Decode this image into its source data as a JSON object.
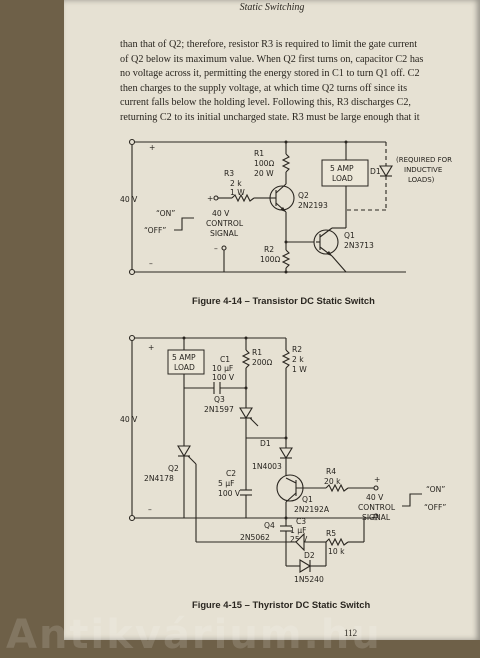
{
  "running_head": "Static Switching",
  "paragraph_lines": [
    "than that of Q2; therefore, resistor R3 is required to limit the gate current",
    "of Q2 below its maximum value. When Q2 first turns on, capacitor C2 has",
    "no voltage across it, permitting the energy stored in C1 to turn Q1 off. C2",
    "then charges to the supply voltage, at which time Q2 turns off since its",
    "current falls below the holding level. Following this, R3 discharges C2,",
    "returning C2 to its initial uncharged state. R3 must be large enough that it"
  ],
  "fig14": {
    "caption": "Figure 4-14 – Transistor DC Static Switch",
    "plus": "+",
    "minus": "–",
    "supply": "40 V",
    "r1": [
      "R1",
      "100Ω",
      "20 W"
    ],
    "r3": [
      "R3",
      "2 k",
      "1 W"
    ],
    "q2": [
      "Q2",
      "2N2193"
    ],
    "load": [
      "5 AMP",
      "LOAD"
    ],
    "d1": "D1",
    "note": [
      "(REQUIRED FOR",
      "INDUCTIVE",
      "LOADS)"
    ],
    "input_plus": "+",
    "input_minus": "–",
    "on_label": "“ON”",
    "off_label": "“OFF”",
    "control": [
      "40 V",
      "CONTROL",
      "SIGNAL"
    ],
    "q1": [
      "Q1",
      "2N3713"
    ],
    "r2": [
      "R2",
      "100Ω"
    ]
  },
  "fig15": {
    "caption": "Figure 4-15 – Thyristor DC Static Switch",
    "plus": "+",
    "minus": "–",
    "supply": "40 V",
    "load": [
      "5 AMP",
      "LOAD"
    ],
    "c1": [
      "C1",
      "10 μF",
      "100 V"
    ],
    "r1": [
      "R1",
      "200Ω"
    ],
    "r2": [
      "R2",
      "2 k",
      "1 W"
    ],
    "q3": [
      "Q3",
      "2N1597"
    ],
    "q2": [
      "Q2",
      "2N4178"
    ],
    "d1": [
      "D1",
      "1N4003"
    ],
    "c2": [
      "C2",
      "5 μF",
      "100 V"
    ],
    "r4": [
      "R4",
      "20 k"
    ],
    "q1": [
      "Q1",
      "2N2192A"
    ],
    "input_plus": "+",
    "input_minus": "–",
    "control": [
      "40 V",
      "CONTROL",
      "SIGNAL"
    ],
    "on_label": "“ON”",
    "off_label": "“OFF”",
    "c3": [
      "C3",
      "1 μF",
      "25 V"
    ],
    "q4": [
      "Q4",
      "2N5062"
    ],
    "r5": [
      "R5",
      "10 k"
    ],
    "d2": [
      "D2",
      "1N5240"
    ]
  },
  "folio": "112",
  "watermark": "Antikvárium.hu",
  "colors": {
    "paper": "#e6e1d3",
    "ink": "#2a2620",
    "background": "#6e6048"
  }
}
